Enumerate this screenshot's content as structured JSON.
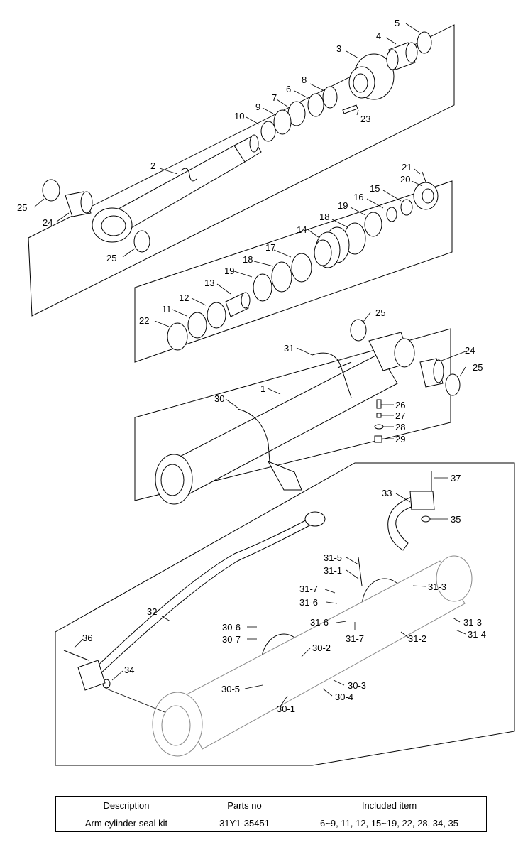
{
  "callouts": [
    {
      "id": "5",
      "text": "5"
    },
    {
      "id": "4",
      "text": "4"
    },
    {
      "id": "3",
      "text": "3"
    },
    {
      "id": "8",
      "text": "8"
    },
    {
      "id": "7",
      "text": "7"
    },
    {
      "id": "6",
      "text": "6"
    },
    {
      "id": "9",
      "text": "9"
    },
    {
      "id": "10",
      "text": "10"
    },
    {
      "id": "23",
      "text": "23"
    },
    {
      "id": "2",
      "text": "2"
    },
    {
      "id": "21",
      "text": "21"
    },
    {
      "id": "20",
      "text": "20"
    },
    {
      "id": "15",
      "text": "15"
    },
    {
      "id": "16",
      "text": "16"
    },
    {
      "id": "19a",
      "text": "19"
    },
    {
      "id": "18a",
      "text": "18"
    },
    {
      "id": "14",
      "text": "14"
    },
    {
      "id": "25a",
      "text": "25"
    },
    {
      "id": "24a",
      "text": "24"
    },
    {
      "id": "25b",
      "text": "25"
    },
    {
      "id": "17",
      "text": "17"
    },
    {
      "id": "18b",
      "text": "18"
    },
    {
      "id": "19b",
      "text": "19"
    },
    {
      "id": "13",
      "text": "13"
    },
    {
      "id": "12",
      "text": "12"
    },
    {
      "id": "11",
      "text": "11"
    },
    {
      "id": "22",
      "text": "22"
    },
    {
      "id": "25c",
      "text": "25"
    },
    {
      "id": "31",
      "text": "31"
    },
    {
      "id": "24b",
      "text": "24"
    },
    {
      "id": "25d",
      "text": "25"
    },
    {
      "id": "1",
      "text": "1"
    },
    {
      "id": "30",
      "text": "30"
    },
    {
      "id": "26",
      "text": "26"
    },
    {
      "id": "27",
      "text": "27"
    },
    {
      "id": "28",
      "text": "28"
    },
    {
      "id": "29",
      "text": "29"
    },
    {
      "id": "37",
      "text": "37"
    },
    {
      "id": "33",
      "text": "33"
    },
    {
      "id": "35",
      "text": "35"
    },
    {
      "id": "31-5",
      "text": "31-5"
    },
    {
      "id": "31-1",
      "text": "31-1"
    },
    {
      "id": "31-3a",
      "text": "31-3"
    },
    {
      "id": "31-7a",
      "text": "31-7"
    },
    {
      "id": "31-6a",
      "text": "31-6"
    },
    {
      "id": "32",
      "text": "32"
    },
    {
      "id": "31-6b",
      "text": "31-6"
    },
    {
      "id": "31-3b",
      "text": "31-3"
    },
    {
      "id": "31-4",
      "text": "31-4"
    },
    {
      "id": "31-7b",
      "text": "31-7"
    },
    {
      "id": "31-2",
      "text": "31-2"
    },
    {
      "id": "30-6",
      "text": "30-6"
    },
    {
      "id": "36",
      "text": "36"
    },
    {
      "id": "30-7",
      "text": "30-7"
    },
    {
      "id": "30-2",
      "text": "30-2"
    },
    {
      "id": "34",
      "text": "34"
    },
    {
      "id": "30-3",
      "text": "30-3"
    },
    {
      "id": "30-5",
      "text": "30-5"
    },
    {
      "id": "30-4",
      "text": "30-4"
    },
    {
      "id": "30-1",
      "text": "30-1"
    }
  ],
  "seal_kit_table": {
    "headers": [
      "Description",
      "Parts no",
      "Included item"
    ],
    "rows": [
      [
        "Arm cylinder seal kit",
        "31Y1-35451",
        "6~9, 11, 12, 15~19, 22, 28, 34, 35"
      ]
    ]
  },
  "colors": {
    "line": "#000000",
    "ghost": "#888888",
    "background": "#ffffff"
  }
}
